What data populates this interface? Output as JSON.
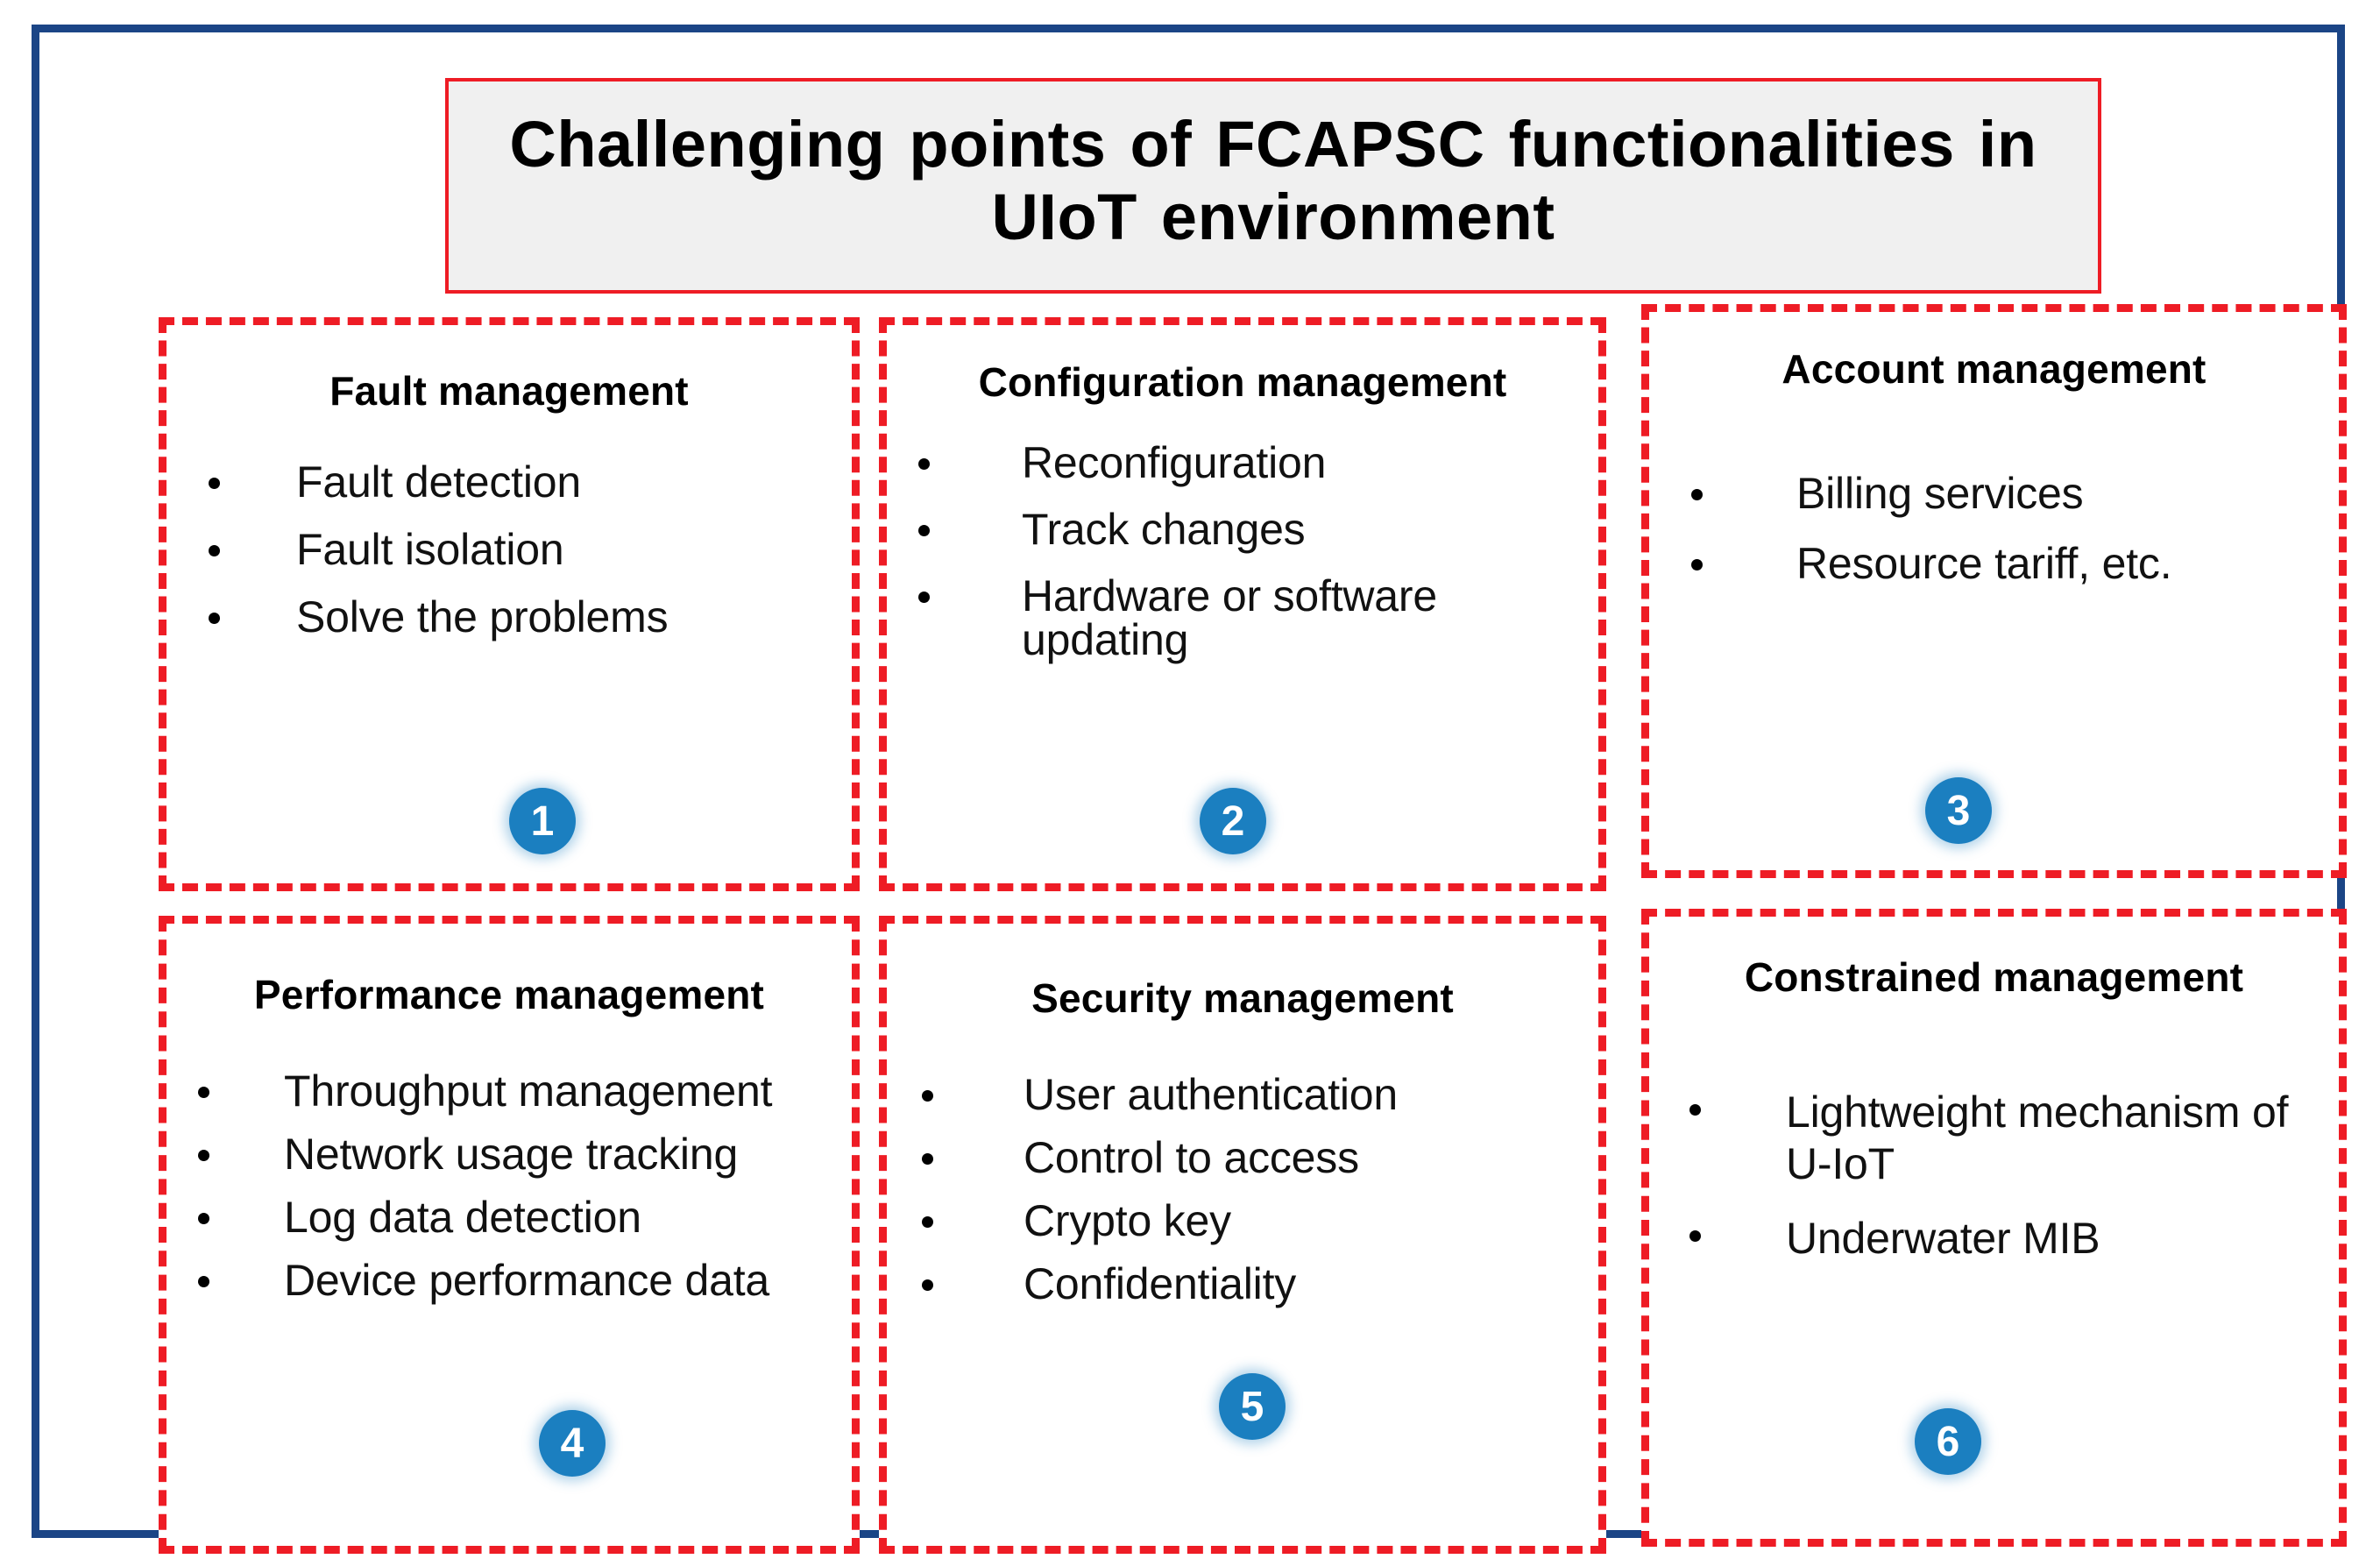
{
  "figure": {
    "title": "Challenging points of FCAPSC functionalities in UIoT environment",
    "colors": {
      "outer_frame": "#1b4586",
      "card_border": "#ee1c25",
      "title_background": "#f0f0f0",
      "badge": "#1b7fc0",
      "text": "#000000"
    }
  },
  "cards": [
    {
      "number": "1",
      "title": "Fault management",
      "items": [
        "Fault detection",
        "Fault isolation",
        "Solve the problems"
      ]
    },
    {
      "number": "2",
      "title": "Configuration management",
      "items": [
        "Reconfiguration",
        "Track changes",
        "Hardware or software updating"
      ]
    },
    {
      "number": "3",
      "title": "Account management",
      "items": [
        "Billing services",
        "Resource tariff, etc."
      ]
    },
    {
      "number": "4",
      "title": "Performance management",
      "items": [
        "Throughput management",
        "Network usage tracking",
        "Log data detection",
        "Device performance data"
      ]
    },
    {
      "number": "5",
      "title": "Security management",
      "items": [
        "User authentication",
        "Control to access",
        "Crypto key",
        "Confidentiality"
      ]
    },
    {
      "number": "6",
      "title": "Constrained management",
      "items": [
        "Lightweight mechanism of U-IoT",
        "Underwater MIB"
      ]
    }
  ]
}
